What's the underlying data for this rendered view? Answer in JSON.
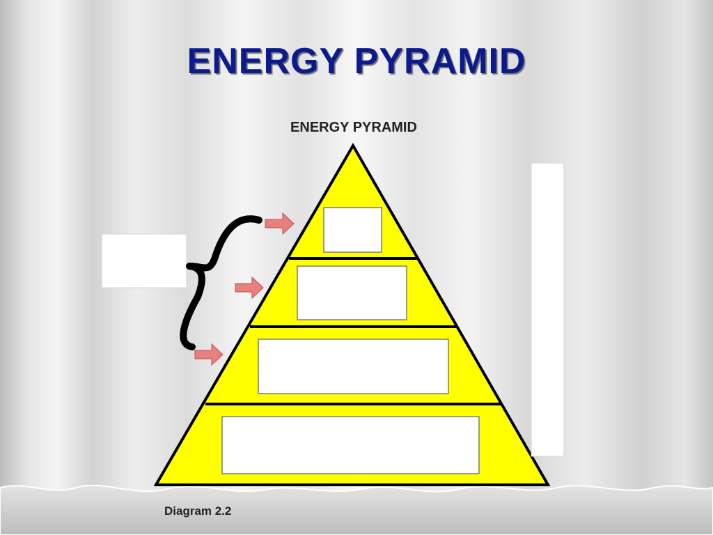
{
  "slide": {
    "title": "ENERGY PYRAMID"
  },
  "diagram": {
    "heading": "ENERGY PYRAMID",
    "caption": "Diagram 2.2",
    "levels": 4,
    "colors": {
      "pyramid_fill": "#ffff00",
      "outline": "#000000",
      "arrow": "#e88080",
      "title_text": "#0b1a8c",
      "label_box": "#ffffff"
    }
  }
}
